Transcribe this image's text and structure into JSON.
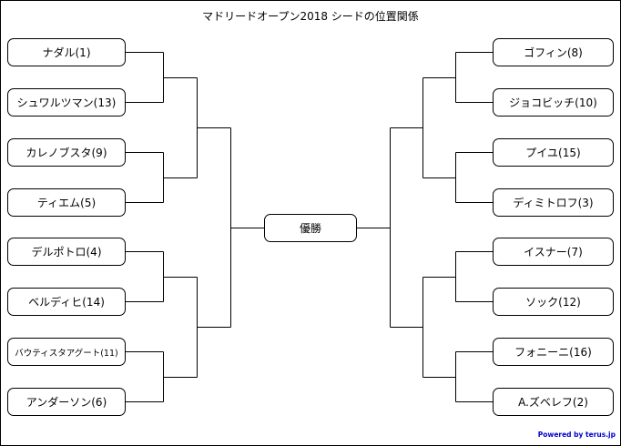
{
  "title": "マドリードオープン2018 シードの位置関係",
  "winner": "優勝",
  "left_seeds": [
    "ナダル(1)",
    "シュワルツマン(13)",
    "カレノブスタ(9)",
    "ティエム(5)",
    "デルポトロ(4)",
    "ベルディヒ(14)",
    "バウティスタアグート(11)",
    "アンダーソン(6)"
  ],
  "right_seeds": [
    "ゴフィン(8)",
    "ジョコビッチ(10)",
    "プイユ(15)",
    "ディミトロフ(3)",
    "イスナー(7)",
    "ソック(12)",
    "フォニーニ(16)",
    "A.ズベレフ(2)"
  ],
  "credit": "Powered by terus.jp",
  "colors": {
    "line": "#000000",
    "credit": "#0000cc"
  }
}
